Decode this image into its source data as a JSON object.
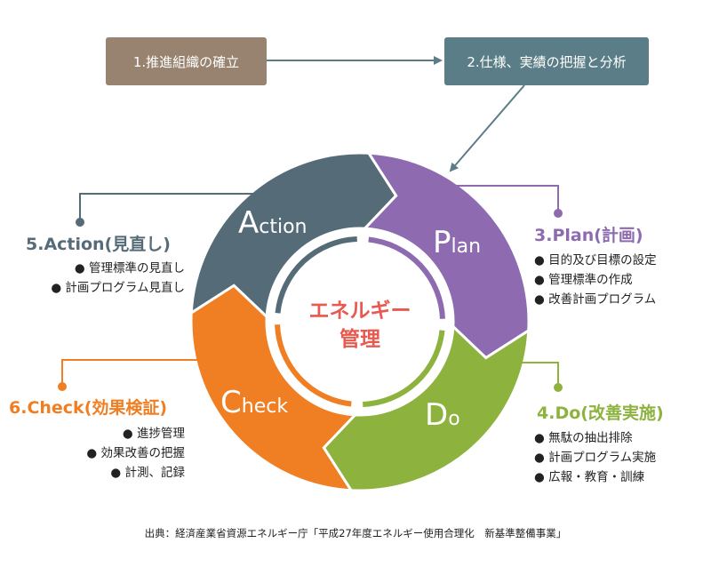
{
  "top_boxes": {
    "box1": "1.推進組織の確立",
    "box2": "2.仕様、実績の把握と分析"
  },
  "center": {
    "line1": "エネルギー",
    "line2": "管理"
  },
  "segments": {
    "plan": {
      "first": "P",
      "rest": "lan"
    },
    "do": {
      "first": "D",
      "rest": "o"
    },
    "check": {
      "first": "C",
      "rest": "heck"
    },
    "action": {
      "first": "A",
      "rest": "ction"
    }
  },
  "sections": {
    "plan": {
      "heading": "3.Plan(計画)",
      "items": [
        "目的及び目標の設定",
        "管理標準の作成",
        "改善計画プログラム"
      ]
    },
    "do": {
      "heading": "4.Do(改善実施)",
      "items": [
        "無駄の抽出排除",
        "計画プログラム実施",
        "広報・教育・訓練"
      ]
    },
    "action": {
      "heading": "5.Action(見直し)",
      "items": [
        "管理標準の見直し",
        "計画プログラム見直し"
      ]
    },
    "check": {
      "heading": "6.Check(効果検証)",
      "items": [
        "進捗管理",
        "効果改善の把握",
        "計測、記録"
      ]
    }
  },
  "colors": {
    "plan": "#8e6bb0",
    "do": "#8db33e",
    "check": "#f07e23",
    "action": "#566b78",
    "box1": "#97836f",
    "box2": "#5b7d87",
    "center_text": "#e8594f"
  },
  "source": "出典：経済産業省資源エネルギー庁「平成27年度エネルギー使用合理化　新基準整備事業」"
}
